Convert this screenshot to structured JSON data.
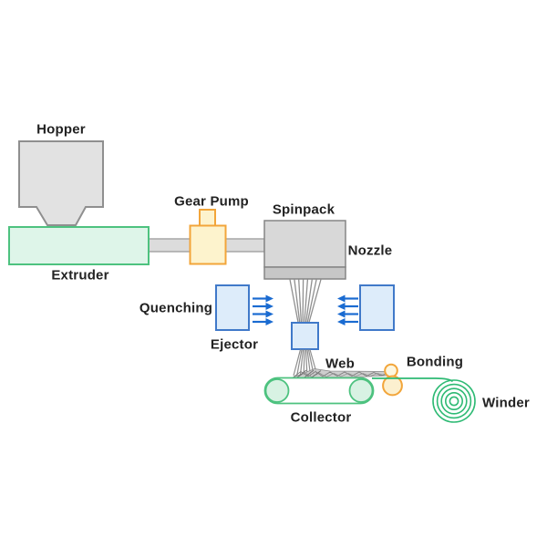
{
  "diagram": {
    "type": "process-flow",
    "labels": {
      "hopper": "Hopper",
      "extruder": "Extruder",
      "gear_pump": "Gear Pump",
      "spinpack": "Spinpack",
      "nozzle": "Nozzle",
      "quenching": "Quenching",
      "ejector": "Ejector",
      "web": "Web",
      "collector": "Collector",
      "bonding": "Bonding",
      "winder": "Winder"
    },
    "colors": {
      "green_stroke": "#4dc27f",
      "green_light_fill": "#def5e9",
      "winder_green": "#2eba74",
      "gray_fill": "#e2e2e2",
      "gray_stroke": "#8f8f8f",
      "spinpack_fill": "#d8d8d8",
      "nozzle_fill": "#c7c7c7",
      "pipe_fill": "#dcdcdc",
      "yellow_fill": "#fdf3cd",
      "orange_stroke": "#f2a53a",
      "blue_fill": "#ddecfa",
      "blue_stroke": "#4079c9",
      "arrow_blue": "#1a6bd1",
      "filament_gray": "#8f8f8f",
      "text": "#222222"
    }
  }
}
